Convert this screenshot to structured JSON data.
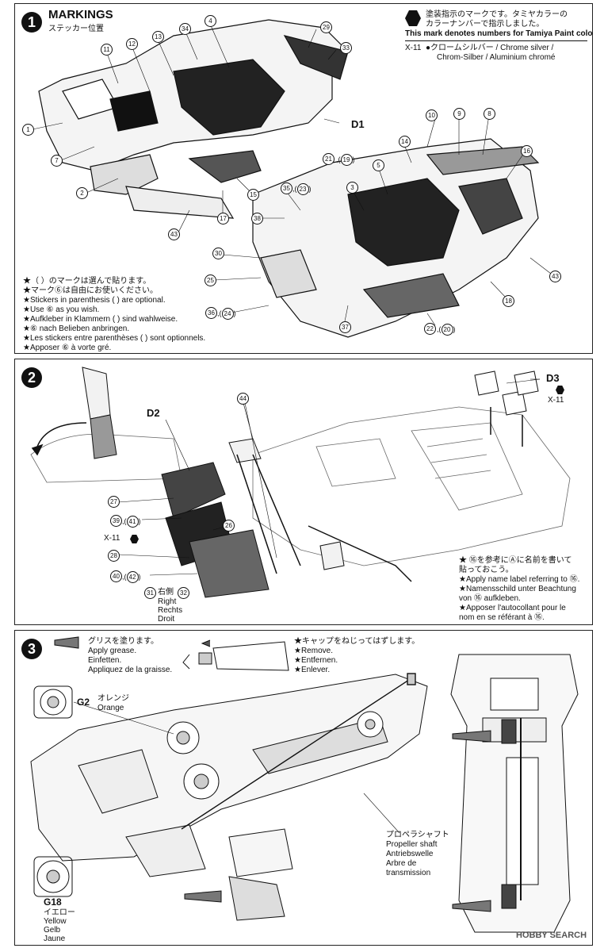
{
  "step1": {
    "number": "1",
    "title": "MARKINGS",
    "subtitle_jp": "ステッカー位置",
    "paint_note": {
      "line1_jp": "塗装指示のマークです。タミヤカラーの",
      "line2_jp": "カラーナンバーで指示しました。",
      "line3_en": "This mark denotes numbers for Tamiya Paint colors.",
      "code": "X-11",
      "color_line1": "●クロームシルバー / Chrome silver /",
      "color_line2": "Chrom-Silber / Aluminium chromé"
    },
    "notes": [
      "★（ ）のマークは選んで貼ります。",
      "★マーク⑥は自由にお使いください。",
      "★Stickers in parenthesis ( ) are optional.",
      "★Use ⑥ as you wish.",
      "★Aufkleber in Klammern ( ) sind wahlweise.",
      "★⑥ nach Belieben anbringen.",
      "★Les stickers entre parenthèses ( ) sont optionnels.",
      "★Apposer ⑥ à vorte gré."
    ],
    "part_d1": "D1",
    "callouts": [
      "11",
      "12",
      "13",
      "34",
      "4",
      "29",
      "33",
      "1",
      "7",
      "2",
      "15",
      "17",
      "43",
      "21",
      "19",
      "10",
      "9",
      "8",
      "14",
      "16",
      "5",
      "3",
      "35",
      "23",
      "38",
      "30",
      "25",
      "36",
      "24",
      "37",
      "22",
      "20",
      "18",
      "43"
    ]
  },
  "step2": {
    "number": "2",
    "part_d2": "D2",
    "part_d3": "D3",
    "d3_code": "X-11",
    "x11_label": "X-11",
    "callouts": [
      "44",
      "27",
      "39",
      "41",
      "26",
      "28",
      "40",
      "42",
      "31",
      "32"
    ],
    "right_jp": "右側",
    "right_en": "Right",
    "right_de": "Rechts",
    "right_fr": "Droit",
    "name_note": [
      "★ ⑯を参考にⒶに名前を書いて",
      "貼っておこう。",
      "★Apply name label referring to ⑯.",
      "★Namensschild unter Beachtung",
      "von ⑯ aufkleben.",
      "★Apposer l'autocollant pour le",
      "nom en se référant à ⑯."
    ]
  },
  "step3": {
    "number": "3",
    "grease": [
      "グリスを塗ります。",
      "Apply grease.",
      "Einfetten.",
      "Appliquez de la graisse."
    ],
    "cap": [
      "★キャップをねじってはずします。",
      "★Remove.",
      "★Entfernen.",
      "★Enlever."
    ],
    "g2_code": "G2",
    "g2_jp": "オレンジ",
    "g2_en": "Orange",
    "g18_code": "G18",
    "g18_jp": "イエロー",
    "g18_en": "Yellow",
    "g18_de": "Gelb",
    "g18_fr": "Jaune",
    "shaft": [
      "プロペラシャフト",
      "Propeller shaft",
      "Antriebswelle",
      "Arbre de",
      "transmission"
    ]
  },
  "watermark": "HOBBY SEARCH"
}
